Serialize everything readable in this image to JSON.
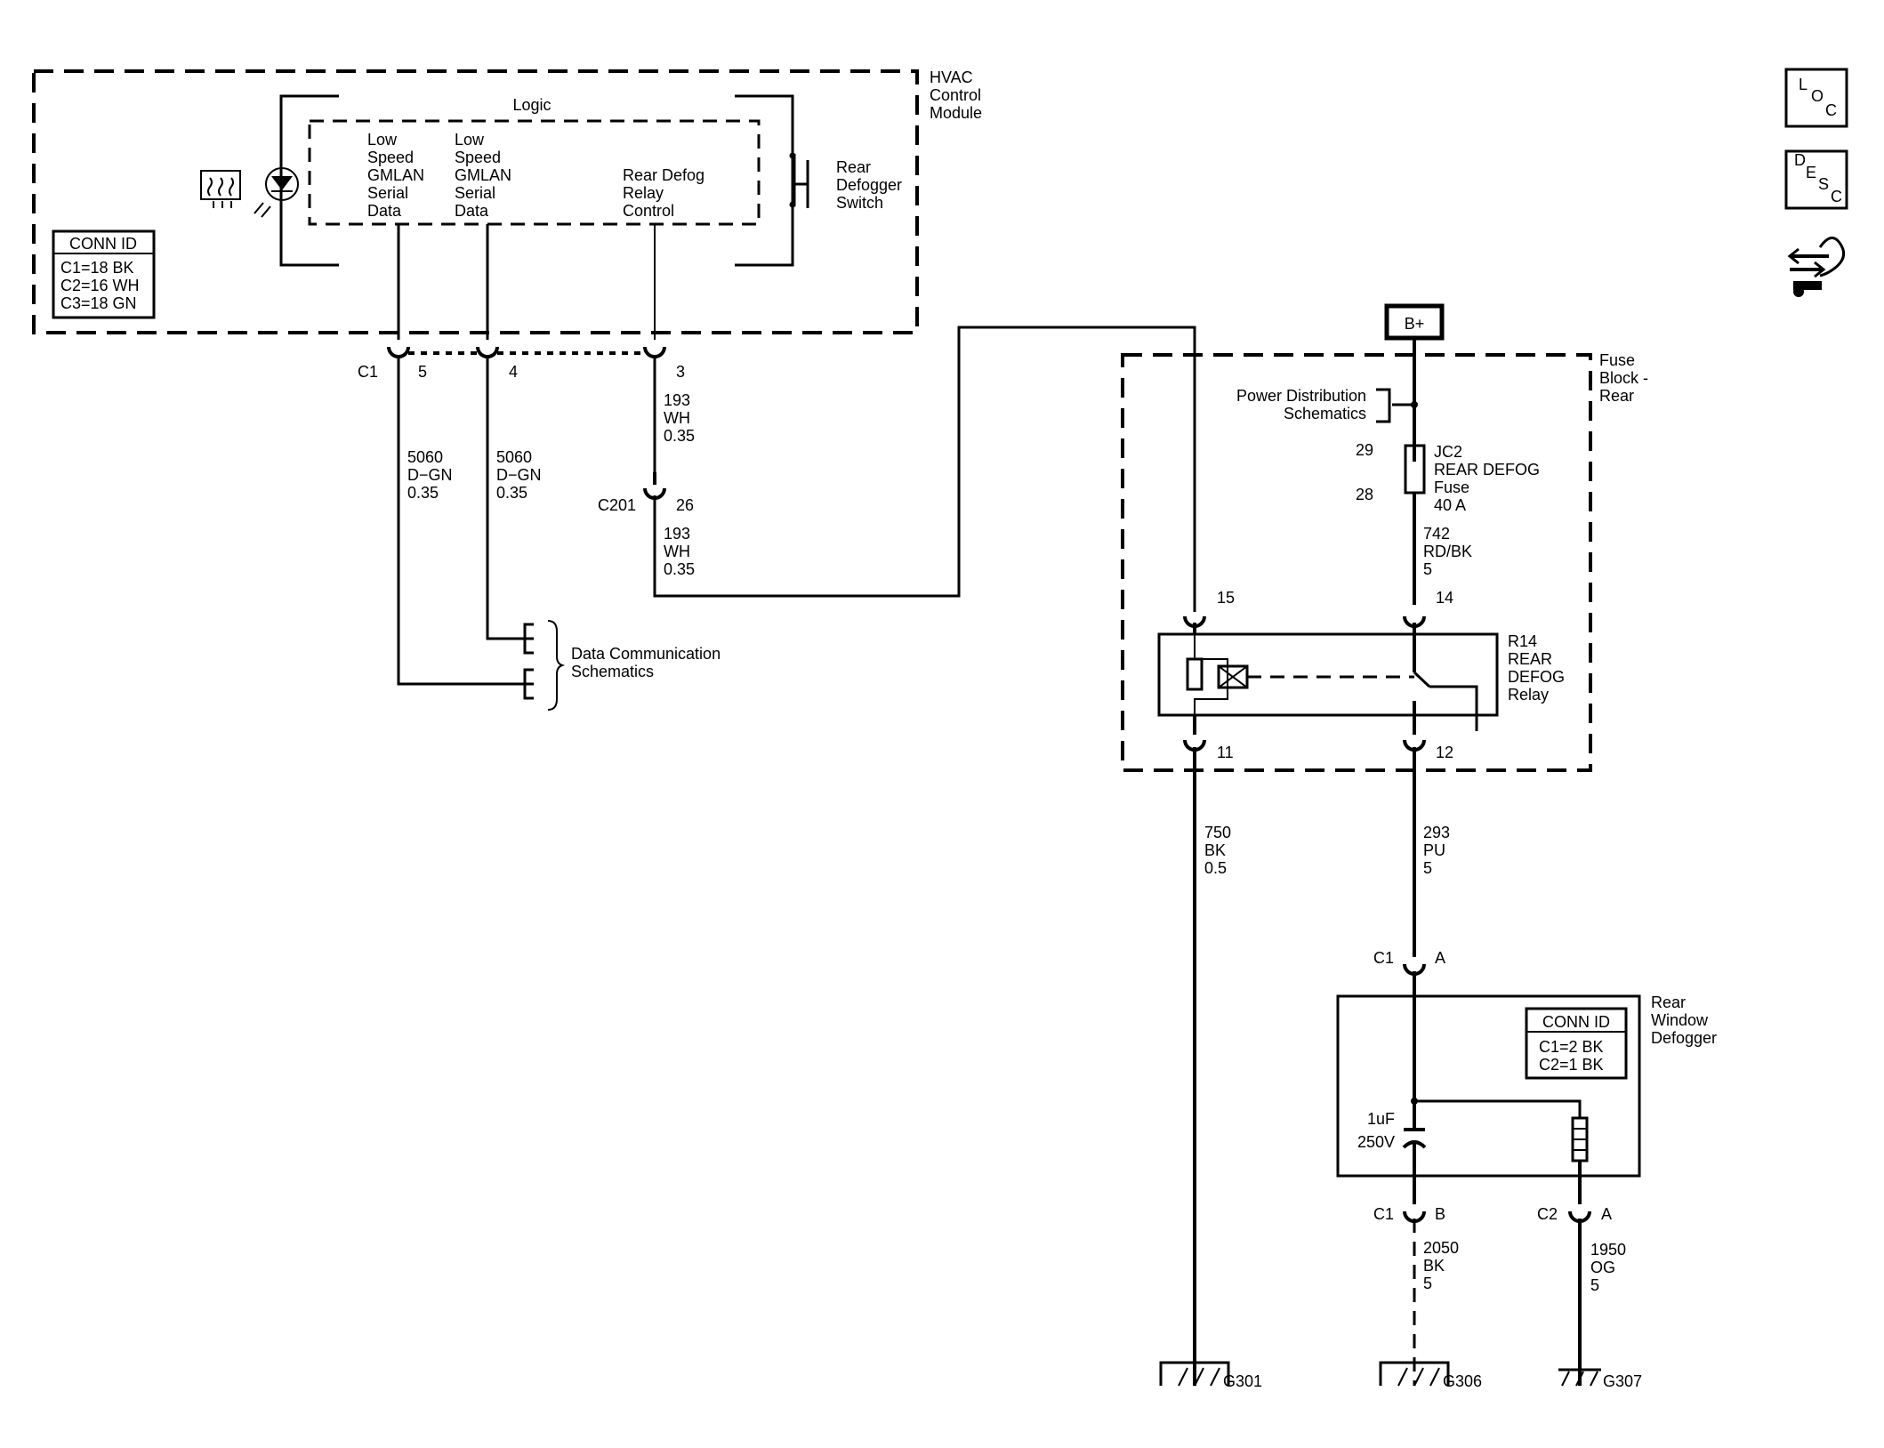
{
  "hvac": {
    "title": [
      "HVAC",
      "Control",
      "Module"
    ],
    "logic": "Logic",
    "pin1": [
      "Low",
      "Speed",
      "GMLAN",
      "Serial",
      "Data"
    ],
    "pin2": [
      "Low",
      "Speed",
      "GMLAN",
      "Serial",
      "Data"
    ],
    "pin3": [
      "Rear Defog",
      "Relay",
      "Control"
    ],
    "switch": [
      "Rear",
      "Defogger",
      "Switch"
    ],
    "conn_title": "CONN ID",
    "conn": [
      "C1=18 BK",
      "C2=16 WH",
      "C3=18 GN"
    ]
  },
  "c1": {
    "label": "C1",
    "pins": [
      "5",
      "4",
      "3"
    ]
  },
  "wires": {
    "w5060a": [
      "5060",
      "D−GN",
      "0.35"
    ],
    "w5060b": [
      "5060",
      "D−GN",
      "0.35"
    ],
    "w193a": [
      "193",
      "WH",
      "0.35"
    ],
    "w193b": [
      "193",
      "WH",
      "0.35"
    ],
    "w742": [
      "742",
      "RD/BK",
      "5"
    ],
    "w750": [
      "750",
      "BK",
      "0.5"
    ],
    "w293": [
      "293",
      "PU",
      "5"
    ],
    "w2050": [
      "2050",
      "BK",
      "5"
    ],
    "w1950": [
      "1950",
      "OG",
      "5"
    ]
  },
  "c201": {
    "label": "C201",
    "pin": "26"
  },
  "datacomm": [
    "Data Communication",
    "Schematics"
  ],
  "bplus": "B+",
  "fuseblock": {
    "title": [
      "Fuse",
      "Block -",
      "Rear"
    ],
    "pds": [
      "Power Distribution",
      "Schematics"
    ]
  },
  "fuse": {
    "pin_in": "29",
    "pin_out": "28",
    "label": [
      "JC2",
      "REAR DEFOG",
      "Fuse",
      "40 A"
    ]
  },
  "relay": {
    "label": [
      "R14",
      "REAR",
      "DEFOG",
      "Relay"
    ],
    "pins": [
      "15",
      "14",
      "11",
      "12"
    ]
  },
  "defogger": {
    "title": [
      "Rear",
      "Window",
      "Defogger"
    ],
    "conn_title": "CONN ID",
    "conn": [
      "C1=2 BK",
      "C2=1 BK"
    ],
    "cap": [
      "1uF",
      "250V"
    ],
    "c1_top": "C1",
    "pin_a_top": "A",
    "c1_bot": "C1",
    "pin_b": "B",
    "c2_bot": "C2",
    "pin_a_bot": "A"
  },
  "grounds": [
    "G301",
    "G306",
    "G307"
  ],
  "nav": {
    "loc": [
      "L",
      "O",
      "C"
    ],
    "desc": [
      "D",
      "E",
      "S",
      "C"
    ]
  },
  "icons": [
    "heated-window-icon",
    "led-icon",
    "loc-icon",
    "desc-icon",
    "connector-view-icon"
  ]
}
